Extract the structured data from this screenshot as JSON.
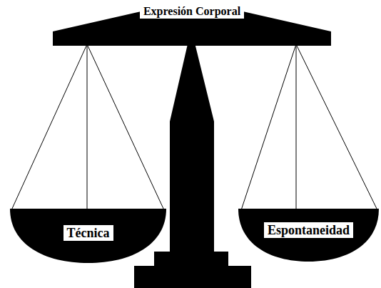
{
  "diagram": {
    "nodes": [
      {
        "text": [
          "Expresión Corporal"
        ]
      },
      {
        "text": [
          "Técnica"
        ]
      },
      {
        "text": [
          "Espontaneidad"
        ]
      }
    ]
  }
}
